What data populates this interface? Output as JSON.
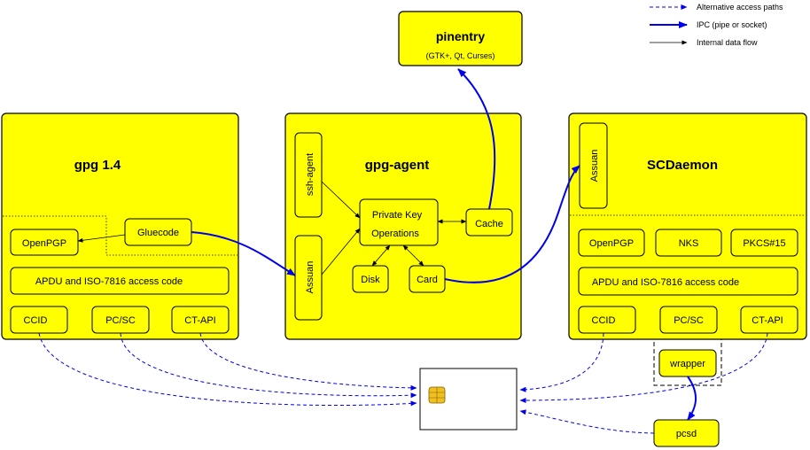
{
  "legend": {
    "alt": "Alternative access paths",
    "ipc": "IPC (pipe or socket)",
    "internal": "Internal data flow"
  },
  "pinentry": {
    "title": "pinentry",
    "subtitle": "(GTK+, Qt, Curses)"
  },
  "gpg": {
    "title": "gpg 1.4",
    "gluecode": "Gluecode",
    "openpgp": "OpenPGP",
    "apdu": "APDU and ISO-7816 access code",
    "ccid": "CCID",
    "pcsc": "PC/SC",
    "ctapi": "CT-API"
  },
  "agent": {
    "title": "gpg-agent",
    "ssh_agent": "ssh-agent",
    "assuan": "Assuan",
    "private_key_line1": "Private Key",
    "private_key_line2": "Operations",
    "cache": "Cache",
    "disk": "Disk",
    "card": "Card"
  },
  "scd": {
    "title": "SCDaemon",
    "assuan": "Assuan",
    "openpgp": "OpenPGP",
    "nks": "NKS",
    "pkcs15": "PKCS#15",
    "apdu": "APDU and ISO-7816 access code",
    "ccid": "CCID",
    "pcsc": "PC/SC",
    "ctapi": "CT-API"
  },
  "wrapper": "wrapper",
  "pcsd": "pcsd",
  "colors": {
    "box": "#ffff00",
    "ipc": "#0000ee",
    "chip": "#f0c020"
  }
}
